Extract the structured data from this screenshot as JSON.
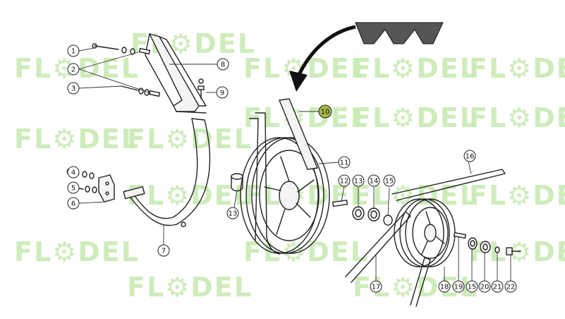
{
  "watermark": {
    "text": "FL⚙DEL",
    "color": "#c9ebb4"
  },
  "highlight_color": "#a4b84a",
  "callouts": [
    {
      "id": "c1",
      "label": "1"
    },
    {
      "id": "c2",
      "label": "2"
    },
    {
      "id": "c3",
      "label": "3"
    },
    {
      "id": "c4",
      "label": "4"
    },
    {
      "id": "c5",
      "label": "5"
    },
    {
      "id": "c6",
      "label": "6"
    },
    {
      "id": "c7",
      "label": "7"
    },
    {
      "id": "c8",
      "label": "8"
    },
    {
      "id": "c9",
      "label": "9"
    },
    {
      "id": "c10",
      "label": "10",
      "highlighted": true
    },
    {
      "id": "c11",
      "label": "11"
    },
    {
      "id": "c12",
      "label": "12"
    },
    {
      "id": "c13a",
      "label": "13"
    },
    {
      "id": "c13b",
      "label": "13"
    },
    {
      "id": "c14",
      "label": "14"
    },
    {
      "id": "c15a",
      "label": "15"
    },
    {
      "id": "c15b",
      "label": "15"
    },
    {
      "id": "c16",
      "label": "16"
    },
    {
      "id": "c17",
      "label": "17"
    },
    {
      "id": "c18",
      "label": "18"
    },
    {
      "id": "c19",
      "label": "19"
    },
    {
      "id": "c20",
      "label": "20"
    },
    {
      "id": "c21",
      "label": "21"
    },
    {
      "id": "c22",
      "label": "22"
    }
  ]
}
